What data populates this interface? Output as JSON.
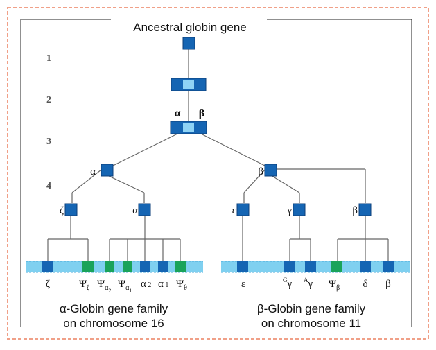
{
  "title": "Ancestral globin gene",
  "stages": [
    "1",
    "2",
    "3",
    "4"
  ],
  "split_labels": {
    "alpha": "α",
    "beta": "β"
  },
  "node_labels": {
    "alpha_ancestor": "α",
    "beta_ancestor": "β",
    "zeta": "ζ",
    "alpha": "α",
    "epsilon": "ε",
    "gamma": "γ",
    "beta": "β"
  },
  "alpha_genes": [
    "ζ",
    "Ψζ",
    "Ψα2",
    "Ψα1",
    "α2",
    "α1",
    "Ψθ"
  ],
  "beta_genes": [
    "ε",
    "Gγ",
    "Aγ",
    "Ψβ",
    "δ",
    "β"
  ],
  "captions": {
    "alpha_line1": "α-Globin gene family",
    "alpha_line2": "on chromosome 16",
    "beta_line1": "β-Globin gene family",
    "beta_line2": "on chromosome 11"
  },
  "colors": {
    "border": "#f0a088",
    "gene": "#1565b3",
    "gene_light": "#8fd3f5",
    "pseudogene": "#1aa35a",
    "chromosome": "#7fd0f0",
    "line": "#666666"
  }
}
